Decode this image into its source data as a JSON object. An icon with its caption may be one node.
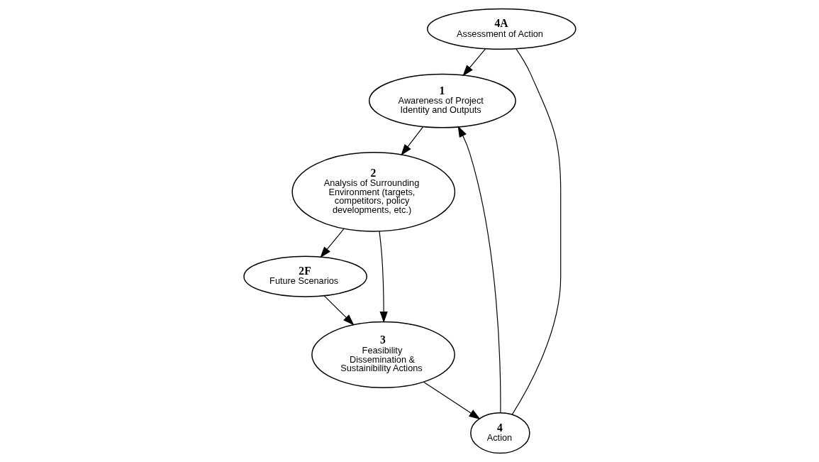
{
  "diagram": {
    "nodes": [
      {
        "text": [
          "4A",
          "Assessment of Action"
        ]
      },
      {
        "text": [
          "1",
          "Awareness of Project Identity and Outputs"
        ]
      },
      {
        "text": [
          "2",
          "Analysis of Surrounding Environment (targets, competitors, policy developments, etc.)"
        ]
      },
      {
        "text": [
          "4",
          "Action"
        ]
      },
      {
        "text": [
          "2F",
          "Future Scenarios"
        ]
      },
      {
        "text": [
          "3",
          "Feasibility Dissemination & Sustainibility Actions"
        ]
      }
    ],
    "edges": [
      {
        "from": 0,
        "to": 1,
        "arrow": "to"
      },
      {
        "from": 1,
        "to": 2,
        "arrow": "to"
      },
      {
        "from": 2,
        "to": 4,
        "arrow": "to"
      },
      {
        "from": 2,
        "to": 5,
        "arrow": "to"
      },
      {
        "from": 4,
        "to": 5,
        "arrow": "to"
      },
      {
        "from": 5,
        "to": 3,
        "arrow": "to"
      },
      {
        "from": 3,
        "to": 1,
        "arrow": "to"
      },
      {
        "from": 3,
        "to": 0,
        "arrow": "none"
      }
    ]
  }
}
